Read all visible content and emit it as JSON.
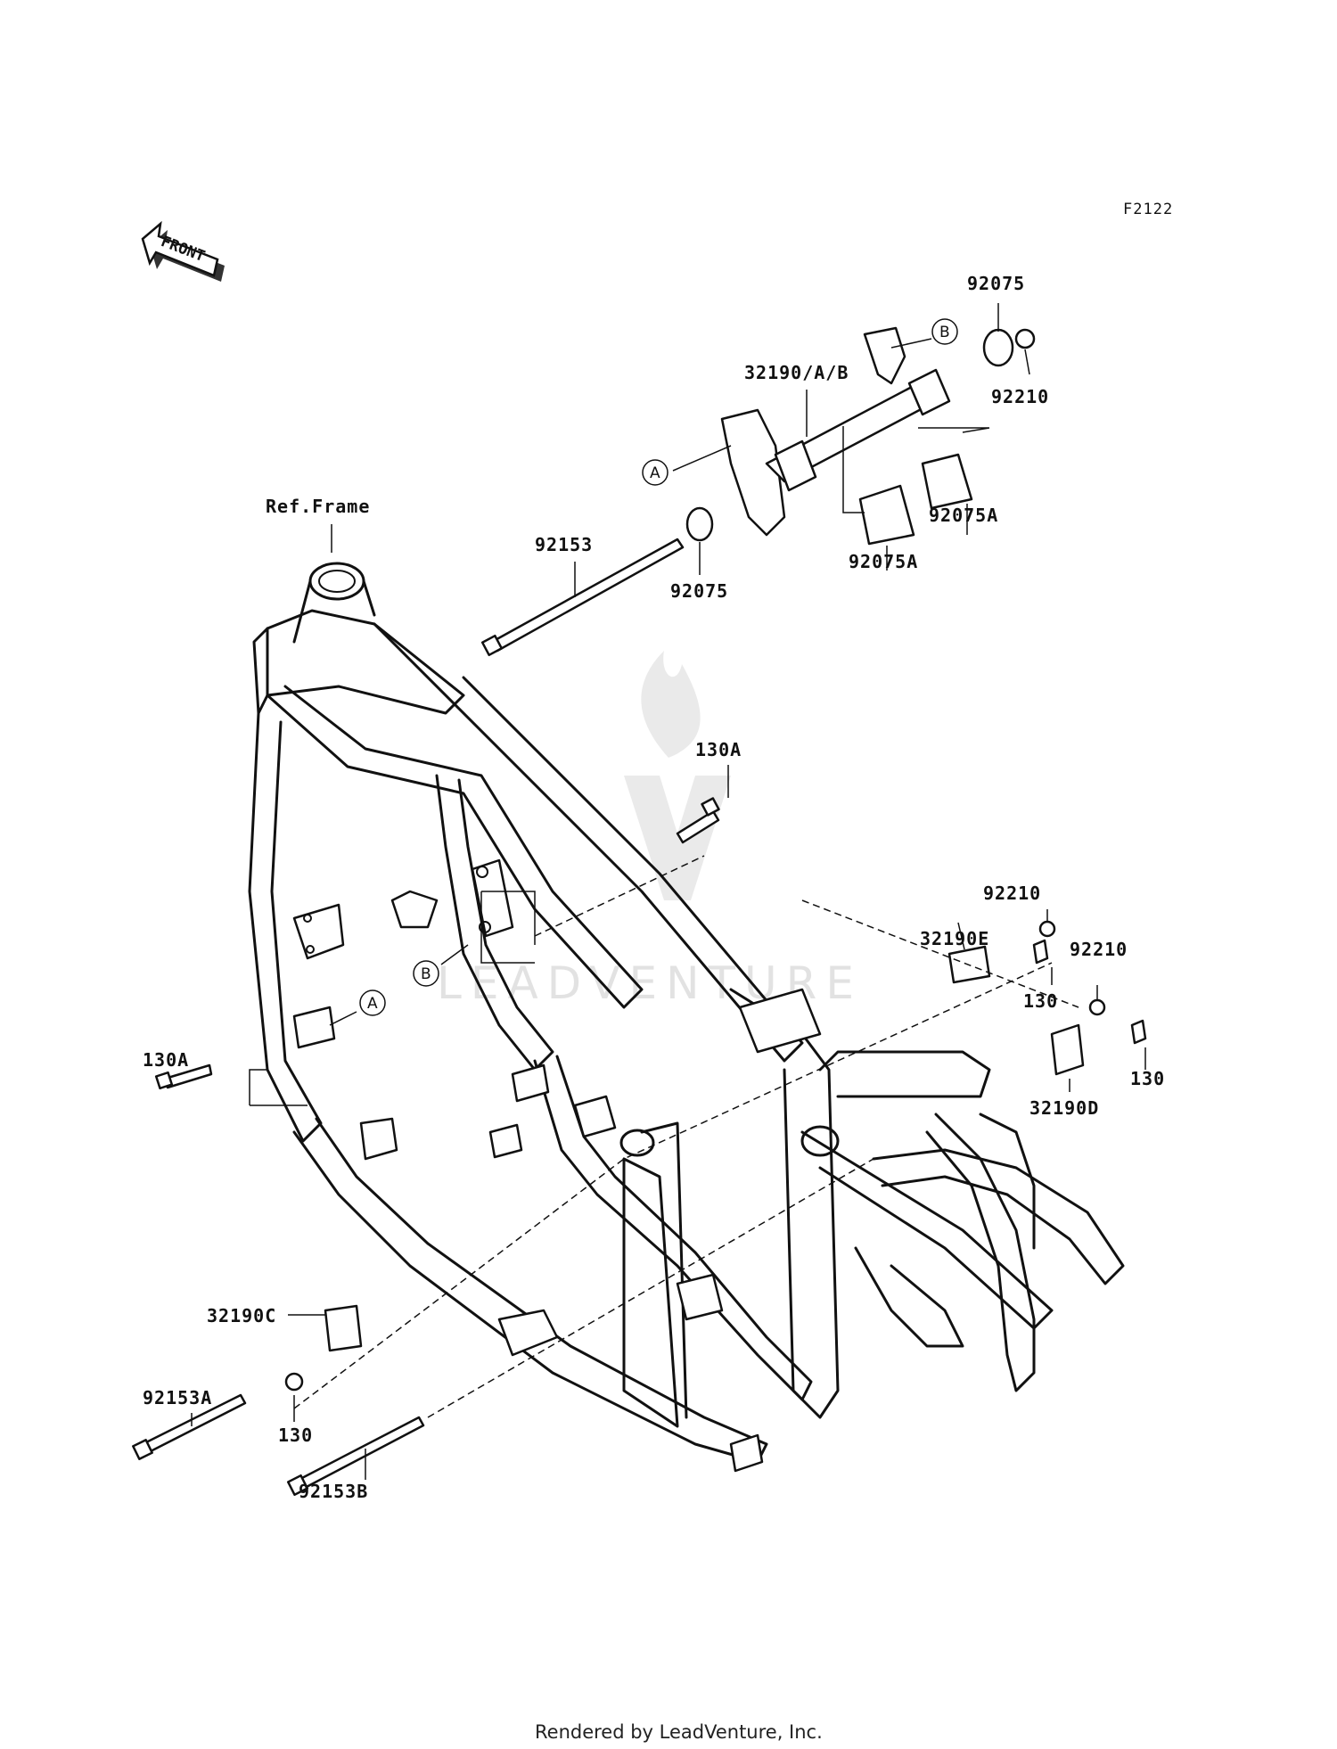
{
  "diagram_code": "F2122",
  "front_arrow_label": "FRONT",
  "ref_frame_label": "Ref.Frame",
  "footer": "Rendered by LeadVenture, Inc.",
  "watermark": "LEADVENTURE",
  "callouts": {
    "a": "A",
    "b": "B"
  },
  "parts": {
    "p92075_top": "92075",
    "p92210_top": "92210",
    "p32190_ab": "32190/A/B",
    "p92075a_right": "92075A",
    "p92075a_left": "92075A",
    "p92075_mid": "92075",
    "p92153": "92153",
    "p130a_center": "130A",
    "p92210_mid": "92210",
    "p32190e": "32190E",
    "p130_mid": "130",
    "p92210_right": "92210",
    "p130_right": "130",
    "p32190d": "32190D",
    "p130a_left": "130A",
    "p32190c": "32190C",
    "p92153a": "92153A",
    "p130_bottom": "130",
    "p92153b": "92153B"
  }
}
